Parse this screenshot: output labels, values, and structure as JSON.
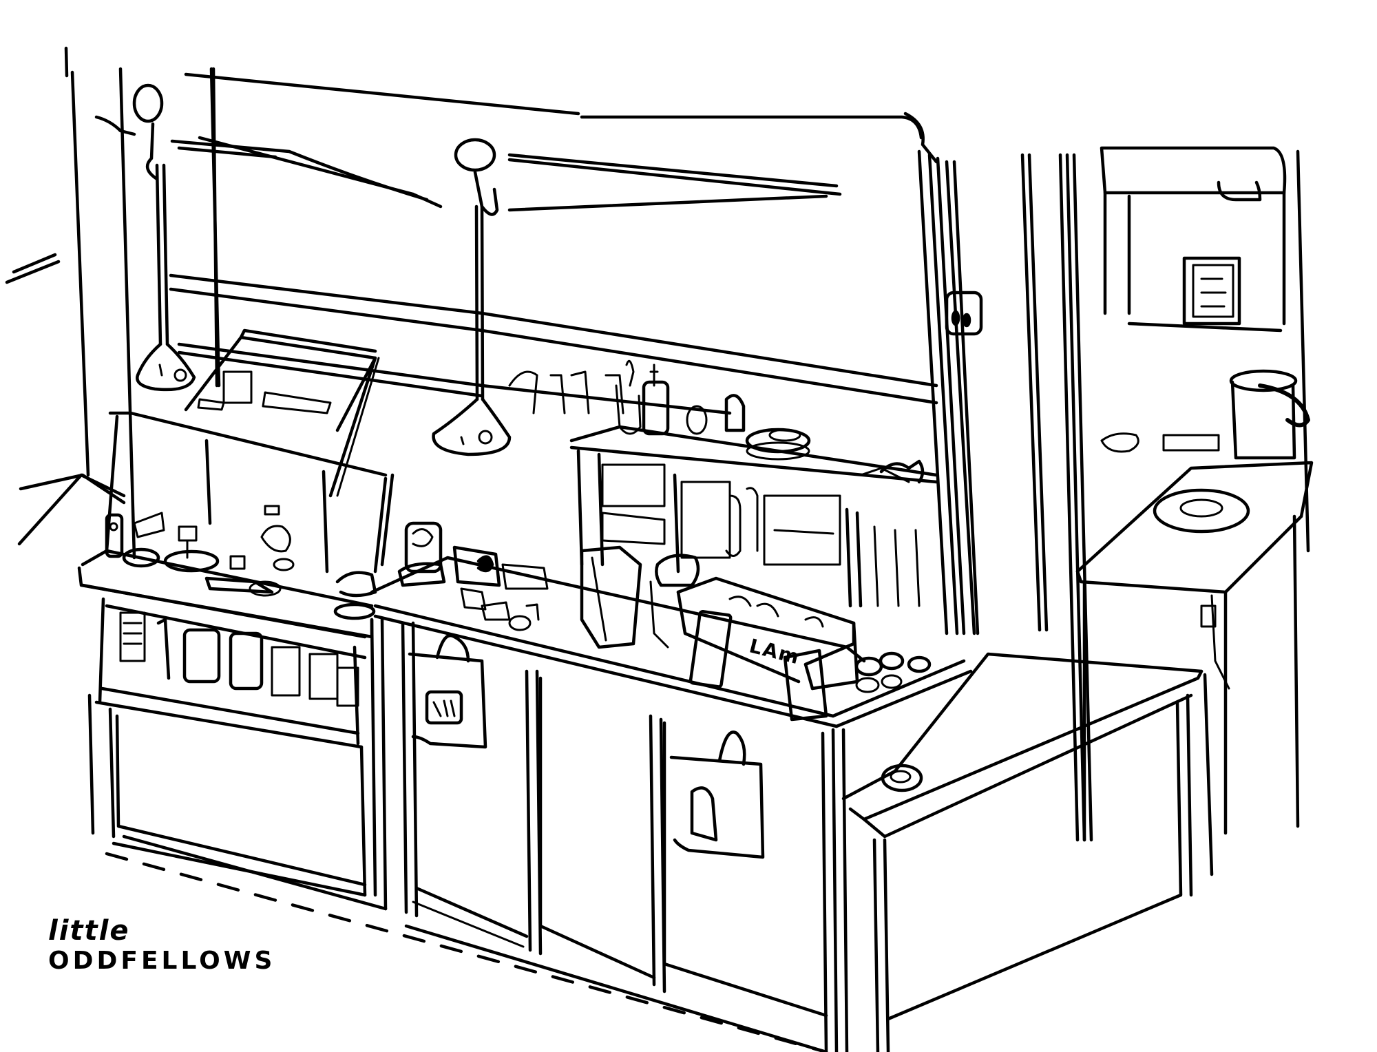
{
  "artwork": {
    "type": "pen-and-ink sketch",
    "subject": "cafe counter interior",
    "ink_color": "#000000",
    "paper_color": "#ffffff"
  },
  "caption": {
    "line1": "little",
    "line2": "ODDFELLOWS"
  },
  "labels": {
    "machine_label": "LAm"
  },
  "elements": {
    "pendant_lamps": 2,
    "counters": [
      "left display counter",
      "center espresso counter",
      "right front counter",
      "rear side counter"
    ],
    "wall_items": [
      "framed sign",
      "wall outlet",
      "kettle"
    ]
  }
}
